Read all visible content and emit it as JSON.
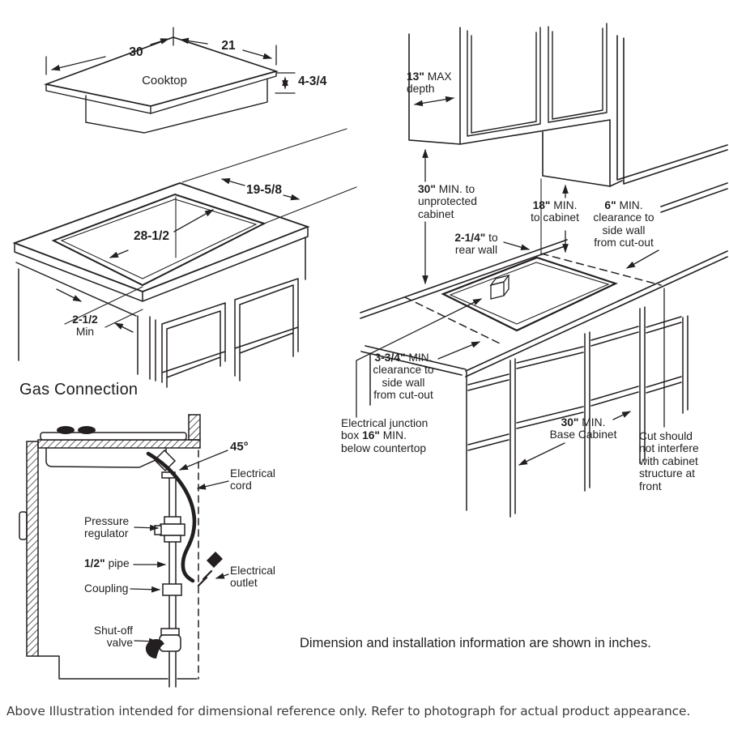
{
  "cooktop_fig": {
    "dim_left": "30",
    "dim_right": "21",
    "dim_height": "4-3/4",
    "label": "Cooktop"
  },
  "cutout_fig": {
    "dim_diagonal": "19-5/8",
    "dim_width": "28-1/2",
    "dim_front_b": "2-1/2",
    "dim_front_r": "Min"
  },
  "gas": {
    "title": "Gas Connection",
    "angle_b": "45°",
    "cord": "Electrical\ncord",
    "regulator": "Pressure\nregulator",
    "pipe_b": "1/2\"",
    "pipe_r": " pipe",
    "coupling": "Coupling",
    "outlet": "Electrical\noutlet",
    "shutoff_1": "Shut-off",
    "shutoff_2": "valve"
  },
  "install": {
    "depth_b": "13\"",
    "depth_r": " MAX\ndepth",
    "cab30_b": "30\"",
    "cab30_r": " MIN. to\nunprotected\ncabinet",
    "cab18_b": "18\"",
    "cab18_r": " MIN.\nto cabinet",
    "side6_b": "6\"",
    "side6_r": " MIN.\nclearance to\nside wall\nfrom cut-out",
    "rear_b": "2-1/4\"",
    "rear_r": " to\nrear wall",
    "side375_b": "3-3/4\"",
    "side375_r": " MIN.\nclearance to\nside wall\nfrom cut-out",
    "junc_pre": "Electrical junction\nbox ",
    "junc_b": "16\"",
    "junc_post": " MIN.\nbelow countertop",
    "base30_b": "30\"",
    "base30_r": " MIN.\nBase Cabinet",
    "cut_note": "Cut should\nnot interfere\nwith cabinet\nstructure at\nfront"
  },
  "notes": {
    "inches": "Dimension and installation information are shown in inches.",
    "footer": "Above Illustration intended for dimensional reference only. Refer to photograph for actual product appearance."
  },
  "colors": {
    "line": "#231f20",
    "background": "#ffffff"
  }
}
